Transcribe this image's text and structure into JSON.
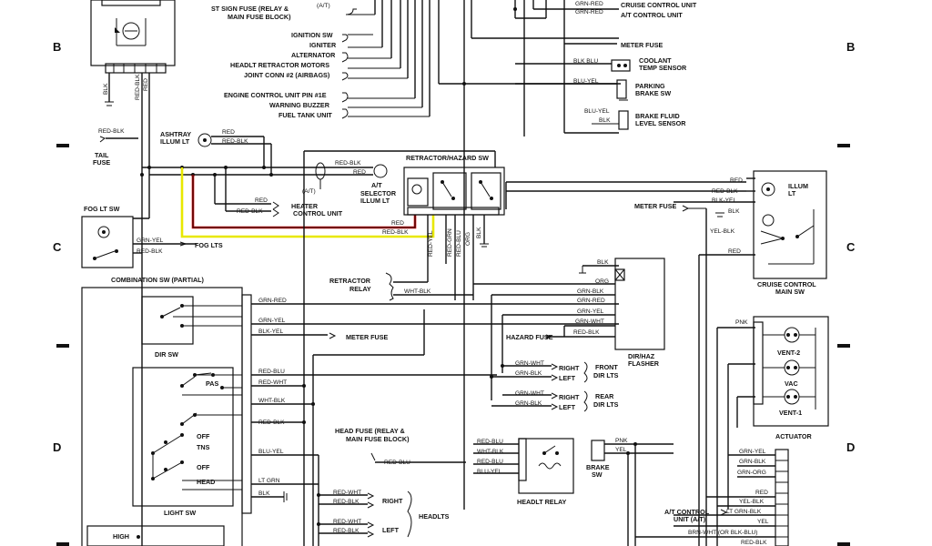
{
  "grid": {
    "rows": [
      "B",
      "C",
      "D"
    ]
  },
  "labels": {
    "st_sign_fuse_1": "ST SIGN FUSE (RELAY &",
    "st_sign_fuse_2": "MAIN FUSE BLOCK)",
    "at": "(A/T)",
    "ignition_sw": "IGNITION SW",
    "igniter": "IGNITER",
    "alternator": "ALTERNATOR",
    "headlt_retractor_motors": "HEADLT RETRACTOR MOTORS",
    "joint_conn": "JOINT CONN #2 (AIRBAGS)",
    "ecu_pin": "ENGINE CONTROL UNIT PIN #1E",
    "warning_buzzer": "WARNING BUZZER",
    "fuel_tank_unit": "FUEL TANK UNIT",
    "cruise_control_unit": "CRUISE CONTROL UNIT",
    "at_control_unit": "A/T CONTROL UNIT",
    "meter_fuse": "METER FUSE",
    "coolant_temp_1": "COOLANT",
    "coolant_temp_2": "TEMP SENSOR",
    "parking_brake_1": "PARKING",
    "parking_brake_2": "BRAKE SW",
    "brake_fluid_1": "BRAKE FLUID",
    "brake_fluid_2": "LEVEL SENSOR",
    "tail_fuse_1": "TAIL",
    "tail_fuse_2": "FUSE",
    "ashtray_1": "ASHTRAY",
    "ashtray_2": "ILLUM LT",
    "heater_cu_1": "HEATER",
    "heater_cu_2": "CONTROL UNIT",
    "at_sel_1": "A/T",
    "at_sel_2": "SELECTOR",
    "at_sel_3": "ILLUM LT",
    "retractor_hazard_sw": "RETRACTOR/HAZARD SW",
    "illum_lt_1": "ILLUM",
    "illum_lt_2": "LT",
    "fog_lt_sw": "FOG LT SW",
    "fog_lts": "FOG LTS",
    "cruise_main_1": "CRUISE CONTROL",
    "cruise_main_2": "MAIN SW",
    "combination_sw": "COMBINATION SW (PARTIAL)",
    "retractor_relay_1": "RETRACTOR",
    "retractor_relay_2": "RELAY",
    "dir_sw": "DIR SW",
    "pas": "PAS",
    "hazard_fuse": "HAZARD FUSE",
    "dir_haz_1": "DIR/HAZ",
    "dir_haz_2": "FLASHER",
    "right": "RIGHT",
    "left": "LEFT",
    "front_dir_1": "FRONT",
    "front_dir_2": "DIR LTS",
    "rear_dir_1": "REAR",
    "rear_dir_2": "DIR LTS",
    "vent_2": "VENT-2",
    "vac": "VAC",
    "vent_1": "VENT-1",
    "actuator": "ACTUATOR",
    "off": "OFF",
    "tns": "TNS",
    "head": "HEAD",
    "light_sw": "LIGHT SW",
    "head_fuse_1": "HEAD FUSE (RELAY &",
    "head_fuse_2": "MAIN FUSE BLOCK)",
    "headlt_relay": "HEADLT RELAY",
    "brake_sw_1": "BRAKE",
    "brake_sw_2": "SW",
    "headlts": "HEADLTS",
    "at_cu_1": "A/T CONTROL",
    "at_cu_2": "UNIT (A/T)",
    "high": "HIGH"
  },
  "wires": {
    "grn_red": "GRN-RED",
    "blk_blu": "BLK BLU",
    "blu_yel": "BLU-YEL",
    "red_blk": "RED-BLK",
    "red": "RED",
    "blk": "BLK",
    "grn_yel": "GRN-YEL",
    "blk_yel": "BLK-YEL",
    "red_yel": "RED-YEL",
    "red_grn": "RED-GRN",
    "red_blu": "RED-BLU",
    "org": "ORG",
    "wht_blk": "WHT-BLK",
    "grn_blk": "GRN-BLK",
    "grn_wht": "GRN-WHT",
    "red_wht": "RED-WHT",
    "pnk": "PNK",
    "yel": "YEL",
    "lt_grn": "LT GRN",
    "wht_blk2": "WHT-BLK",
    "grn_org": "GRN-ORG",
    "yel_blk": "YEL-BLK",
    "lt_grn_blk": "LT GRN-BLK",
    "brn_wht": "BRN-WHT (OR BLK-BLU)"
  },
  "colors": {
    "ink": "#111111",
    "highlight_red": "#d40000",
    "highlight_yellow": "#e8e800"
  }
}
